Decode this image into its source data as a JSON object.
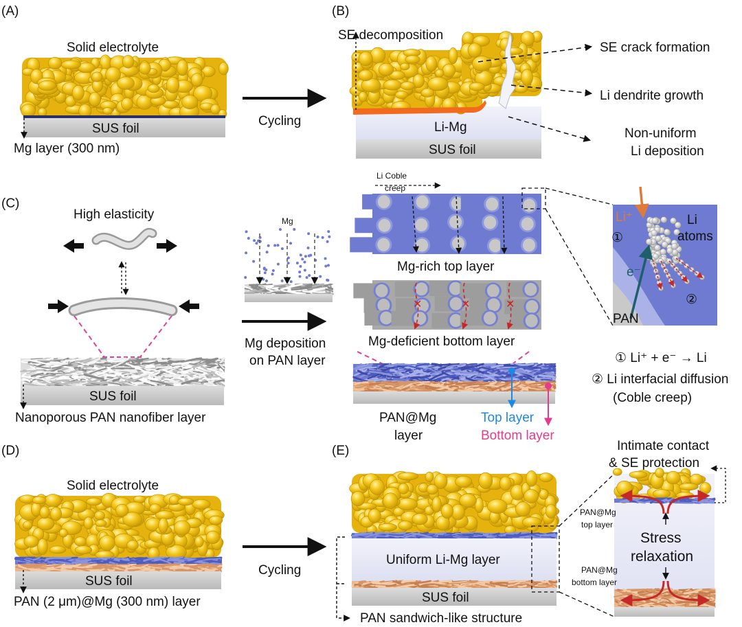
{
  "colors": {
    "electrolyte": "#f2c318",
    "electrolyte_dark": "#c39507",
    "sus_foil": "#c8c8c8",
    "pan_top": "#7a86d6",
    "pan_bottom": "#e8b48a",
    "decomposition": "#f26a1c",
    "crack_arrow_red": "#d42a2a",
    "top_marker": "#1e88e5",
    "bottom_marker": "#e63b8a",
    "li_plus_arrow": "#e07a3a",
    "electron_arrow": "#1f5f6a",
    "dashed_zoom": "#e0409a"
  },
  "panels": {
    "a": {
      "tag": "(A)",
      "title": "Solid electrolyte",
      "foil": "SUS foil",
      "note": "Mg layer (300 nm)"
    },
    "arrow_ab": {
      "label": "Cycling"
    },
    "b": {
      "tag": "(B)",
      "decomp": "SE decomposition",
      "crack": "SE crack formation",
      "dendrite": "Li dendrite growth",
      "nonuniform_1": "Non-uniform",
      "nonuniform_2": "Li deposition",
      "limg": "Li-Mg",
      "foil": "SUS foil"
    },
    "c": {
      "tag": "(C)",
      "elasticity": "High elasticity",
      "foil": "SUS foil",
      "note": "Nanoporous PAN nanofiber layer",
      "mg": "Mg",
      "arrow_1": "Mg deposition",
      "arrow_2": "on PAN layer",
      "coble_1": "Li Coble",
      "coble_2": "creep",
      "top_layer": "Mg-rich top layer",
      "bottom_layer": "Mg-deficient bottom layer",
      "panmg_1": "PAN@Mg",
      "panmg_2": "layer",
      "top_label": "Top layer",
      "bottom_label": "Bottom layer",
      "li_plus": "Li⁺",
      "li_atoms_1": "Li",
      "li_atoms_2": "atoms",
      "circle_1": "①",
      "circle_2": "②",
      "e_minus": "e⁻",
      "pan": "PAN",
      "eq_1": "① Li⁺ + e⁻ → Li",
      "eq_2": "② Li interfacial diffusion",
      "eq_3": "(Coble creep)"
    },
    "d": {
      "tag": "(D)",
      "title": "Solid electrolyte",
      "foil": "SUS foil",
      "note": "PAN (2 μm)@Mg (300 nm) layer"
    },
    "arrow_de": {
      "label": "Cycling"
    },
    "e": {
      "tag": "(E)",
      "uniform": "Uniform Li-Mg layer",
      "foil": "SUS foil",
      "sandwich": "PAN sandwich-like structure",
      "intimate_1": "Intimate contact",
      "intimate_2": "& SE protection",
      "top_1": "PAN@Mg",
      "top_2": "top layer",
      "bottom_1": "PAN@Mg",
      "bottom_2": "bottom layer",
      "stress_1": "Stress",
      "stress_2": "relaxation"
    }
  }
}
